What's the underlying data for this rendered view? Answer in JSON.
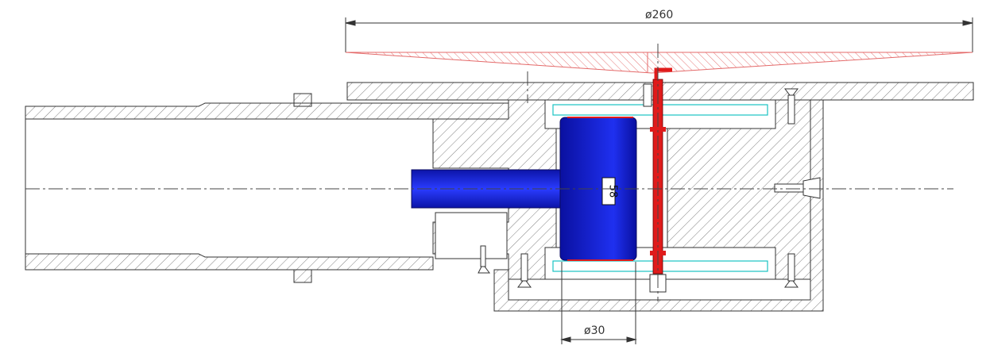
{
  "drawing": {
    "dimensions": {
      "top_diameter": "ø260",
      "bottom_diameter": "ø30"
    },
    "part_label": "58"
  },
  "colors": {
    "outline": "#333333",
    "hatch": "#7a7a7a",
    "red": "#e01b1b",
    "blue": "#1020c8",
    "cyan": "#19c3c3",
    "centerline": "#444444"
  }
}
